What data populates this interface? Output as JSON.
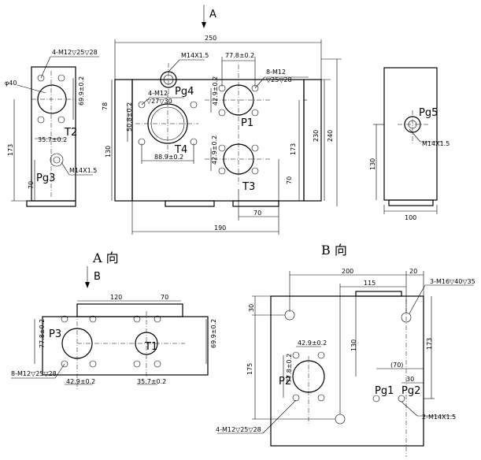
{
  "views": {
    "front": {
      "dim_width": "250",
      "dim_height_left": "78",
      "dim_height_left2": "130",
      "dim_total_right1": "230",
      "dim_total_right2": "240",
      "dim_right_173": "173",
      "dim_right_70": "70",
      "dim_bottom_70": "70",
      "dim_bottom_190": "190",
      "dim_778": "77.8±0.2",
      "dim_889": "88.9±0.2",
      "dim_508": "50.8±0.2",
      "dim_429a": "42.9±0.2",
      "dim_429b": "42.9±0.2",
      "thread_m14": "M14X1.5",
      "thread_4m12": "4-M12",
      "thread_4m12_depth": "▽27▽30",
      "thread_8m12": "8-M12",
      "thread_8m12_depth": "▽25▽28",
      "label_pg4": "Pg4",
      "label_p1": "P1",
      "label_t4": "T4",
      "label_t3": "T3"
    },
    "left": {
      "thread_4m12": "4-M12▽25▽28",
      "dim_phi40": "φ40",
      "dim_699": "69.9±0.2",
      "dim_357": "35.7±0.2",
      "dim_173": "173",
      "dim_70": "70",
      "thread_m14": "M14X1.5",
      "label_t2": "T2",
      "label_pg3": "Pg3"
    },
    "right": {
      "label_pg5": "Pg5",
      "thread_m14": "M14X1.5",
      "dim_130": "130",
      "dim_100": "100"
    },
    "view_a": {
      "caption": "A 向",
      "arrow_letter": "B",
      "dim_120": "120",
      "dim_70": "70",
      "dim_778": "77.8±0.2",
      "dim_699": "69.9±0.2",
      "dim_429": "42.9±0.2",
      "dim_357": "35.7±0.2",
      "thread_8m12": "8-M12▽25▽28",
      "label_p3": "P3",
      "label_t1": "T1"
    },
    "view_b": {
      "caption": "B 向",
      "dim_200": "200",
      "dim_115": "115",
      "dim_20": "20",
      "dim_30_left": "30",
      "dim_30_right": "30",
      "dim_130": "130",
      "dim_173": "173",
      "dim_175": "175",
      "dim_70p": "(70)",
      "dim_429": "42.9±0.2",
      "dim_778": "77.8±0.2",
      "thread_3m16": "3-M16▽40▽35",
      "thread_2m14": "2-M14X1.5",
      "thread_4m12": "4-M12▽25▽28",
      "label_p2": "P2",
      "label_pg1": "Pg1",
      "label_pg2": "Pg2"
    }
  },
  "arrow_top_letter": "A"
}
